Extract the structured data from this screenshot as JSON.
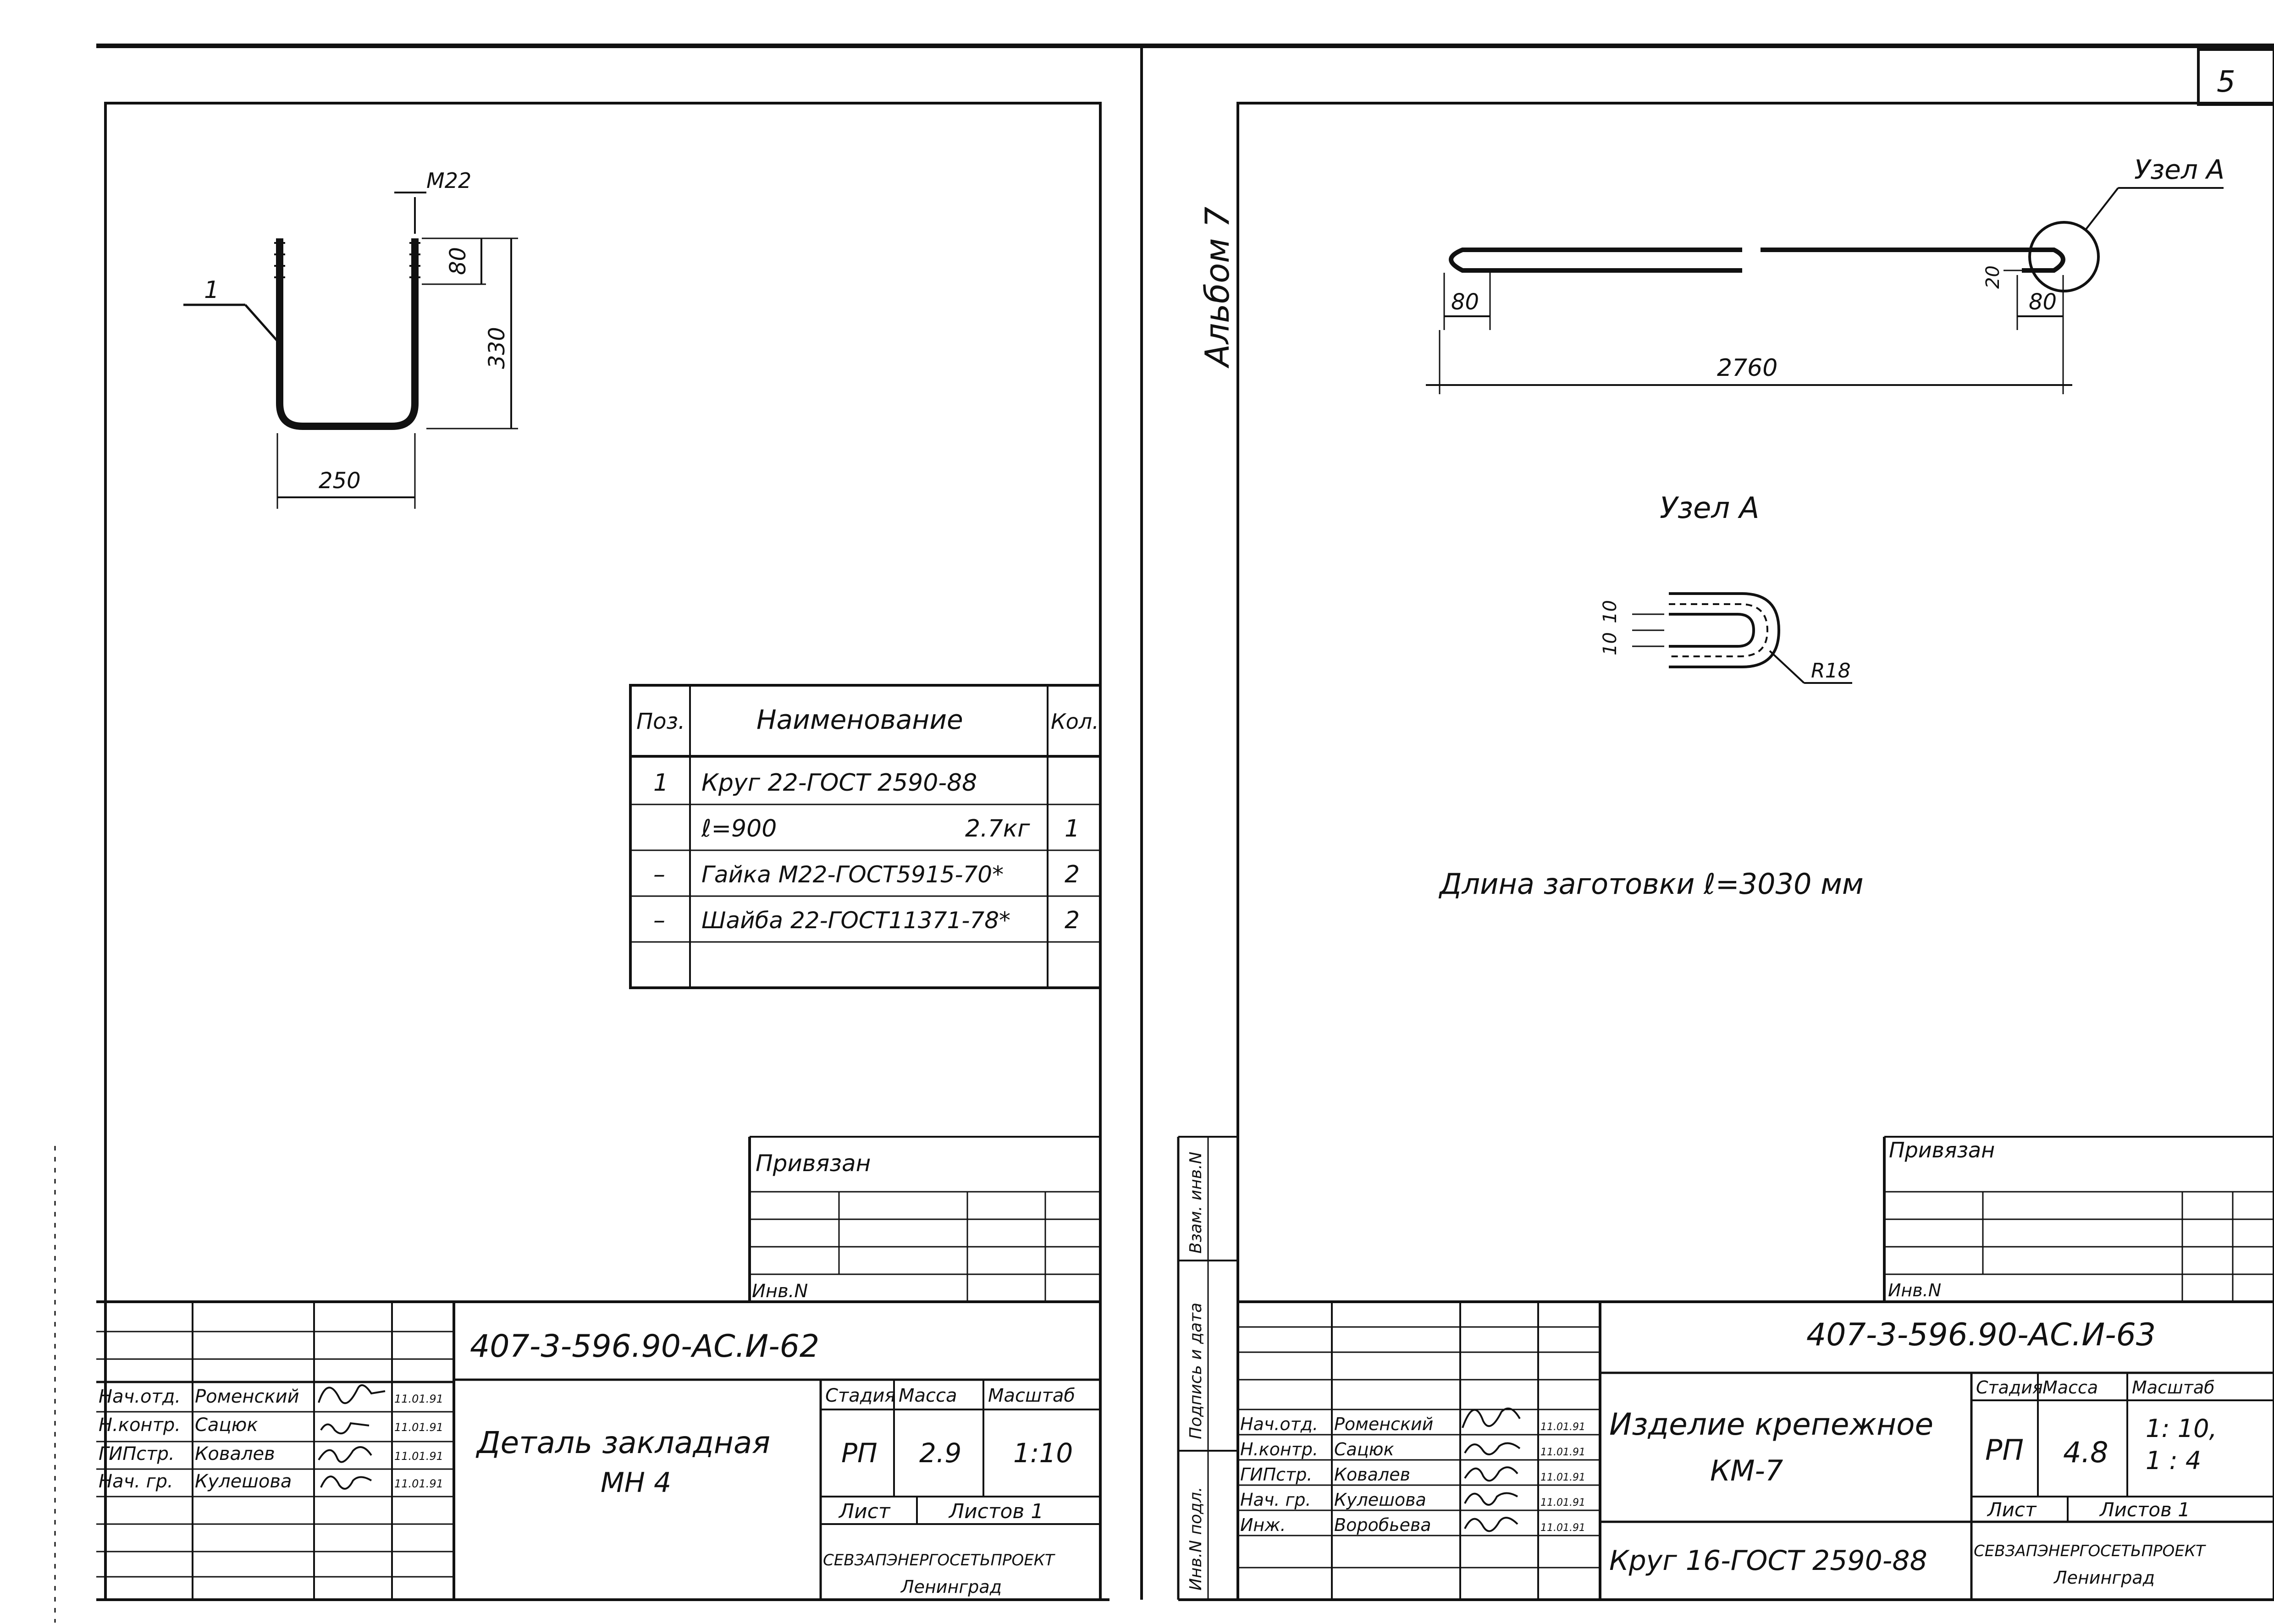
{
  "sheet_number": "5",
  "album_label": "Альбом 7",
  "left_sheet": {
    "dimensions": {
      "thread": "M22",
      "thread_length": "80",
      "height": "330",
      "width": "250"
    },
    "leader": "1",
    "spec_table": {
      "headers": {
        "pos": "Поз.",
        "name": "Наименование",
        "qty": "Кол."
      },
      "rows": [
        {
          "pos": "1",
          "name": "Круг 22-ГОСТ 2590-88",
          "extra": "",
          "qty": ""
        },
        {
          "pos": "",
          "name": "ℓ=900",
          "extra": "2.7кг",
          "qty": "1"
        },
        {
          "pos": "–",
          "name": "Гайка М22-ГОСТ5915-70*",
          "extra": "",
          "qty": "2"
        },
        {
          "pos": "–",
          "name": "Шайба 22-ГОСТ11371-78*",
          "extra": "",
          "qty": "2"
        },
        {
          "pos": "",
          "name": "",
          "extra": "",
          "qty": ""
        }
      ]
    },
    "bound_label": "Привязан",
    "inv_label": "Инв.N",
    "title_block": {
      "code": "407-3-596.90-АС.И-62",
      "title_line1": "Деталь закладная",
      "title_line2": "МН 4",
      "stage_header": "Стадия",
      "mass_header": "Масса",
      "scale_header": "Масштаб",
      "stage": "РП",
      "mass": "2.9",
      "scale": "1:10",
      "sheet_label": "Лист",
      "sheets_label": "Листов 1",
      "org": "СЕВЗАПЭНЕРГОСЕТЬПРОЕКТ",
      "city": "Ленинград",
      "people": [
        {
          "role": "Нач.отд.",
          "name": "Роменский",
          "date": "11.01.91"
        },
        {
          "role": "Н.контр.",
          "name": "Сацюк",
          "date": "11.01.91"
        },
        {
          "role": "ГИПстр.",
          "name": "Ковалев",
          "date": "11.01.91"
        },
        {
          "role": "Нач. гр.",
          "name": "Кулешова",
          "date": "11.01.91"
        }
      ]
    }
  },
  "right_sheet": {
    "node_label": "Узел А",
    "dimensions": {
      "end_left": "80",
      "end_right": "80",
      "gap": "20",
      "total": "2760"
    },
    "detail": {
      "title": "Узел А",
      "dim_a": "10",
      "dim_b": "10",
      "radius": "R18"
    },
    "blank_length": "Длина заготовки ℓ=3030 мм",
    "bound_label": "Привязан",
    "inv_label": "Инв.N",
    "title_block": {
      "code": "407-3-596.90-АС.И-63",
      "title_line1": "Изделие крепежное",
      "title_line2": "КМ-7",
      "material": "Круг 16-ГОСТ 2590-88",
      "stage_header": "Стадия",
      "mass_header": "Масса",
      "scale_header": "Масштаб",
      "stage": "РП",
      "mass": "4.8",
      "scale_line1": "1: 10,",
      "scale_line2": "1 : 4",
      "sheet_label": "Лист",
      "sheets_label": "Листов 1",
      "org": "СЕВЗАПЭНЕРГОСЕТЬПРОЕКТ",
      "city": "Ленинград",
      "people": [
        {
          "role": "Нач.отд.",
          "name": "Роменский",
          "date": "11.01.91"
        },
        {
          "role": "Н.контр.",
          "name": "Сацюк",
          "date": "11.01.91"
        },
        {
          "role": "ГИПстр.",
          "name": "Ковалев",
          "date": "11.01.91"
        },
        {
          "role": "Нач. гр.",
          "name": "Кулешова",
          "date": "11.01.91"
        },
        {
          "role": "Инж.",
          "name": "Воробьева",
          "date": "11.01.91"
        }
      ]
    },
    "side_labels": {
      "inv_orig": "Инв.N подл.",
      "sign_date": "Подпись и дата",
      "replace_inv": "Взам. инв.N"
    }
  }
}
